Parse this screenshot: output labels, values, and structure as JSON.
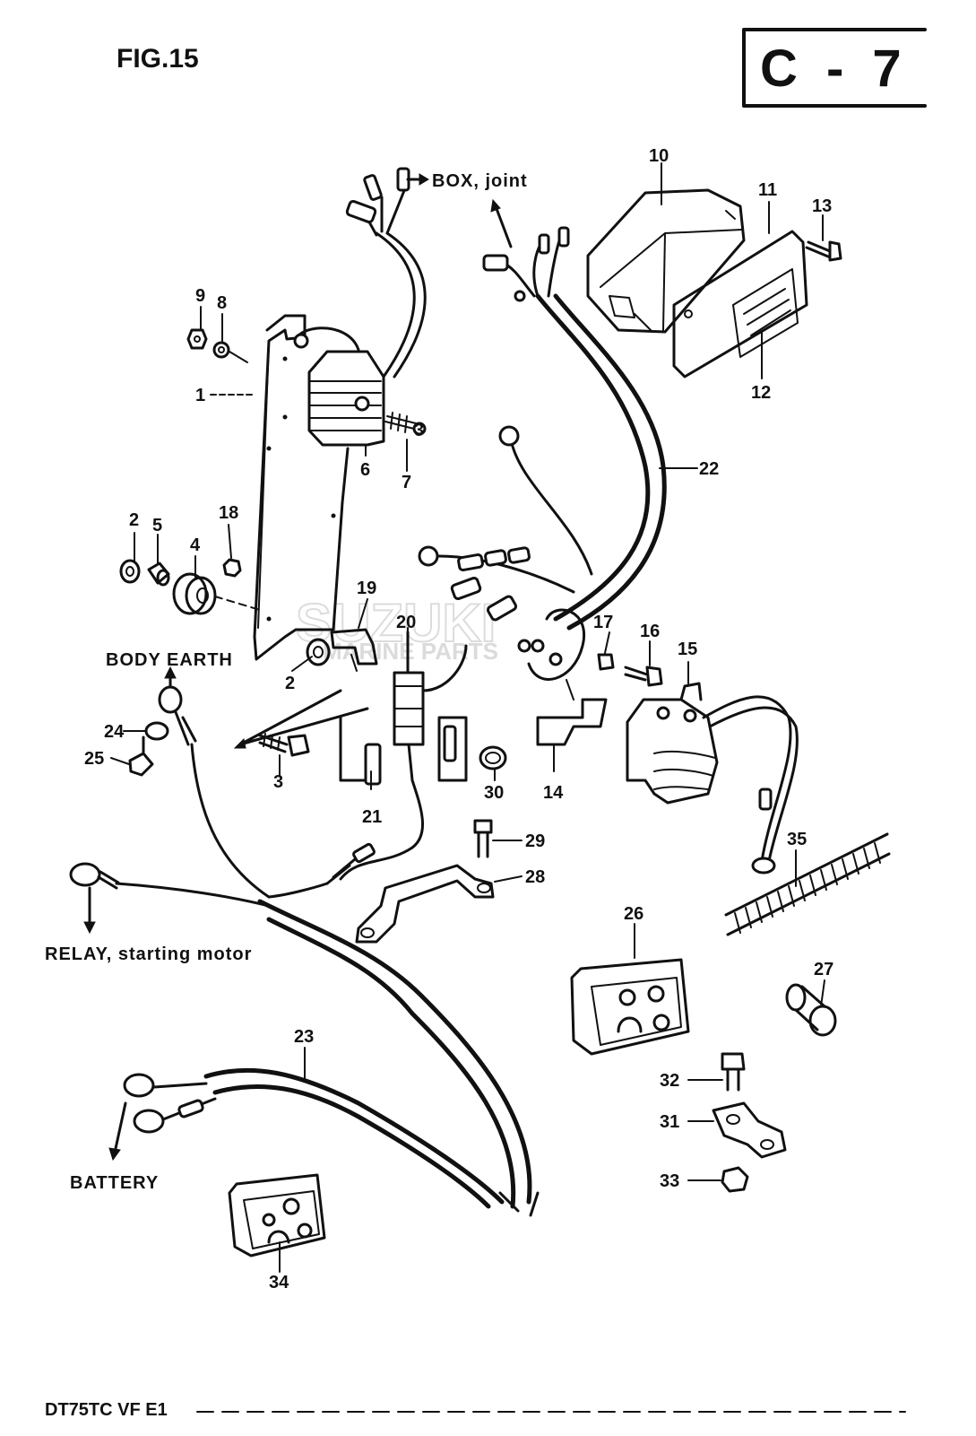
{
  "header": {
    "figure_label": "FIG.15",
    "section_code": "C - 7"
  },
  "footer": {
    "model_code": "DT75TC VF E1"
  },
  "watermark": {
    "brand": "SUZUKI",
    "text": "MARINE PARTS"
  },
  "callouts": {
    "n1": "1",
    "n2a": "2",
    "n2b": "2",
    "n3": "3",
    "n3b": "3",
    "n4": "4",
    "n5": "5",
    "n6": "6",
    "n7": "7",
    "n8": "8",
    "n9": "9",
    "n10": "10",
    "n11": "11",
    "n12": "12",
    "n13": "13",
    "n14": "14",
    "n15": "15",
    "n16": "16",
    "n17": "17",
    "n18": "18",
    "n19": "19",
    "n20": "20",
    "n21": "21",
    "n22": "22",
    "n23": "23",
    "n24": "24",
    "n25": "25",
    "n26": "26",
    "n27": "27",
    "n28": "28",
    "n29": "29",
    "n30": "30",
    "n31": "31",
    "n32": "32",
    "n33": "33",
    "n34": "34",
    "n35": "35"
  },
  "references": {
    "box_joint": "BOX, joint",
    "body_earth": "BODY EARTH",
    "relay_starting_motor": "RELAY, starting motor",
    "battery": "BATTERY"
  }
}
